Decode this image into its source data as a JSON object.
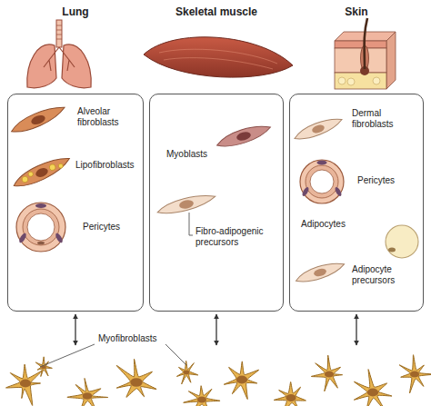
{
  "diagram": {
    "nodes": [
      {
        "text": [
          "Lung",
          "Alveolar fibroblasts",
          "Lipofibroblasts",
          "Pericytes"
        ]
      },
      {
        "text": [
          "Skeletal muscle",
          "Myoblasts",
          "Fibro-adipogenic precursors"
        ]
      },
      {
        "text": [
          "Skin",
          "Dermal fibroblasts",
          "Pericytes",
          "Adipocytes",
          "Adipocyte precursors"
        ]
      },
      {
        "text": [
          "Myofibroblasts"
        ]
      }
    ],
    "edges": [
      {
        "from": 0,
        "to": 3,
        "arrow": "both"
      },
      {
        "from": 1,
        "to": 3,
        "arrow": "both"
      },
      {
        "from": 2,
        "to": 3,
        "arrow": "both"
      }
    ]
  }
}
